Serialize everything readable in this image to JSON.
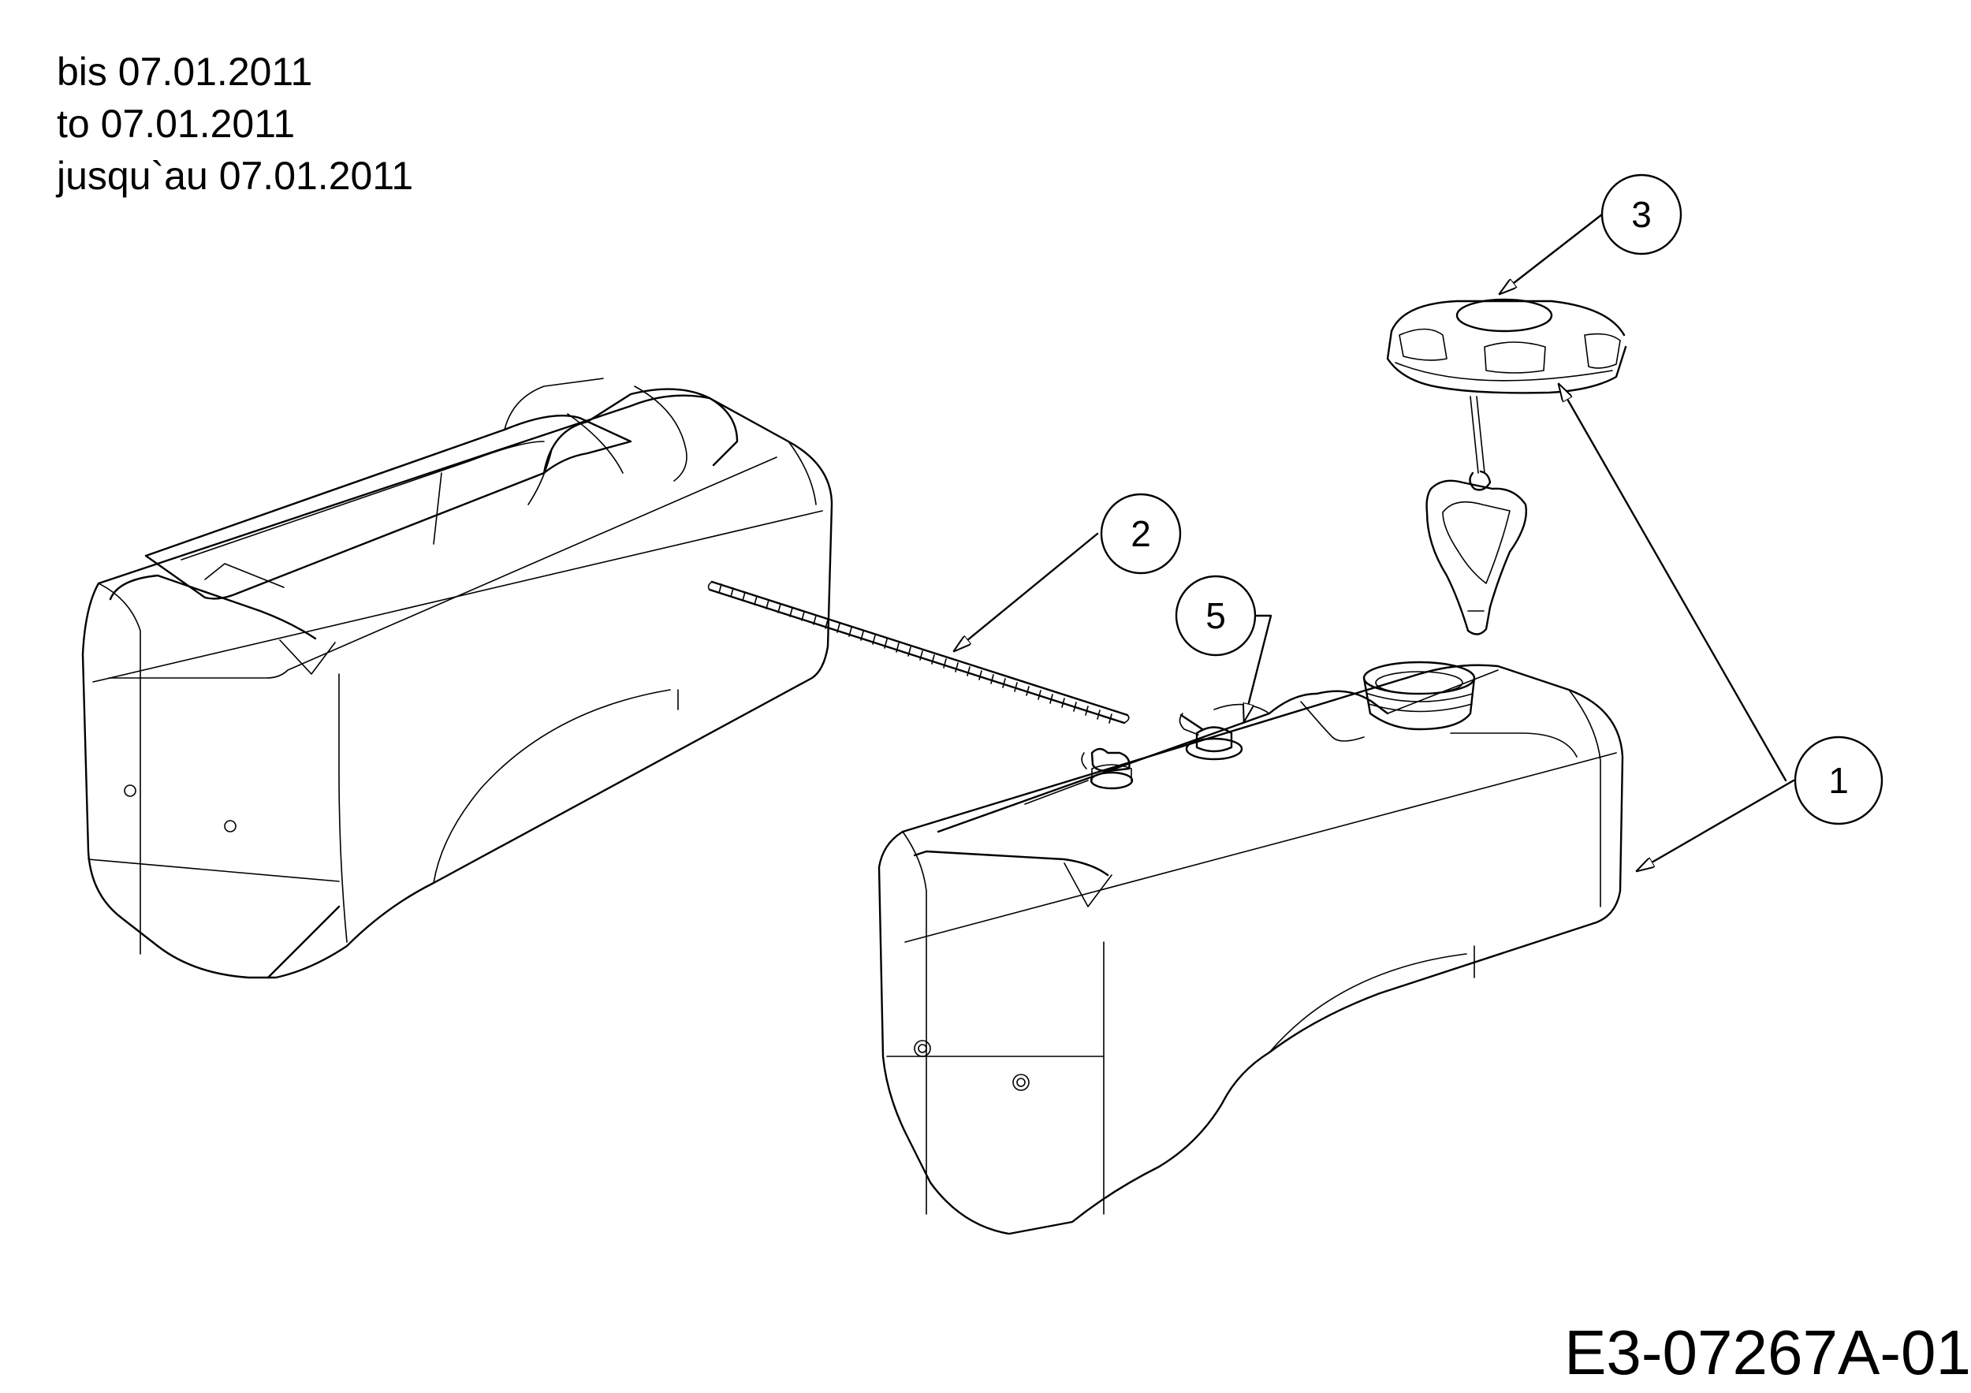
{
  "date_note": [
    "bis 07.01.2011",
    "to 07.01.2011",
    "jusqu`au 07.01.2011"
  ],
  "drawing_number": "E3-07267A-01",
  "callouts": {
    "tank": "1",
    "rod": "2",
    "cap": "3",
    "fitting": "5"
  }
}
